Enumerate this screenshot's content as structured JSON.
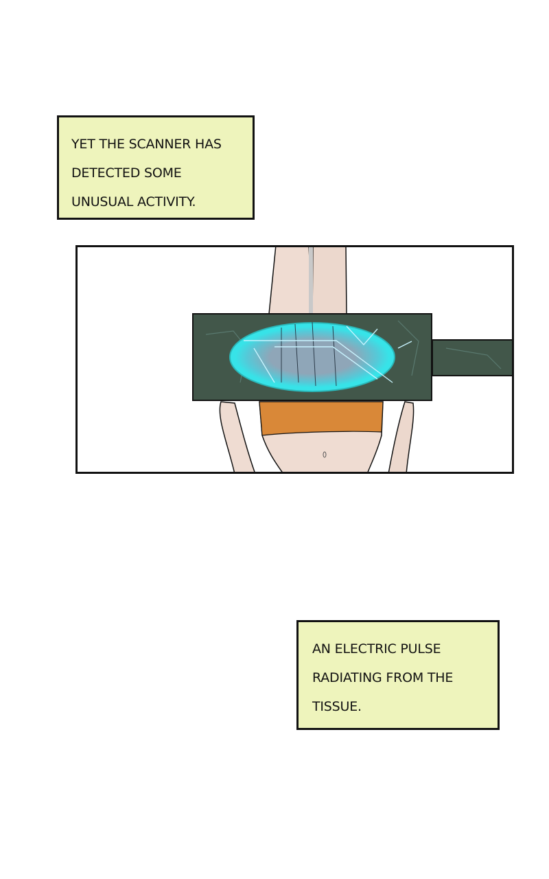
{
  "captions": [
    {
      "lines": [
        "Yet the scanner has",
        "detected some",
        "unusual activity."
      ]
    },
    {
      "lines": [
        "An electric pulse",
        "radiating from the",
        "tissue."
      ]
    }
  ],
  "colors": {
    "caption_bg": "#eef4bc",
    "scanner_body": "#42574a",
    "scanner_glow": "#37e3e8",
    "top": "#d98838"
  }
}
